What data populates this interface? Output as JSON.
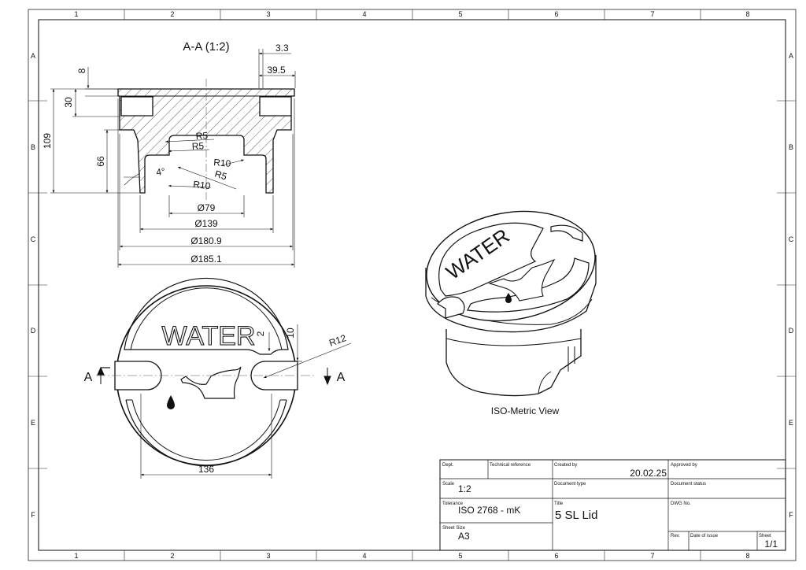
{
  "frame": {
    "col_labels": [
      "1",
      "2",
      "3",
      "4",
      "5",
      "6",
      "7",
      "8"
    ],
    "row_labels": [
      "A",
      "B",
      "C",
      "D",
      "E",
      "F"
    ]
  },
  "section_view": {
    "title": "A-A (1:2)",
    "dimensions": {
      "d_3_3": "3.3",
      "d_39_5": "39.5",
      "d_8": "8",
      "d_30": "30",
      "d_109": "109",
      "d_66": "66",
      "angle_4": "4°",
      "r5_a": "R5",
      "r5_b": "R5",
      "r10_a": "R10",
      "r5_c": "R5",
      "r10_b": "R10",
      "dia_79": "Ø79",
      "dia_139": "Ø139",
      "dia_180_9": "Ø180.9",
      "dia_185_1": "Ø185.1"
    }
  },
  "top_view": {
    "embossed_text": "WATER",
    "section_marker": "A",
    "dimensions": {
      "d_2": "2",
      "d_10": "10",
      "r12": "R12",
      "d_136": "136"
    }
  },
  "iso_view": {
    "embossed_text": "WATER",
    "caption": "ISO-Metric View"
  },
  "title_block": {
    "dept_label": "Dept.",
    "tech_ref_label": "Technical reference",
    "created_by_label": "Created by",
    "created_date": "20.02.25",
    "approved_by_label": "Approved by",
    "scale_label": "Scale",
    "scale_value": "1:2",
    "doc_type_label": "Document type",
    "doc_status_label": "Document status",
    "tolerance_label": "Tolerance",
    "tolerance_value": "ISO 2768 - mK",
    "title_label": "Title",
    "title_value": "5 SL Lid",
    "dwg_no_label": "DWG No.",
    "sheet_size_label": "Sheet Size",
    "sheet_size_value": "A3",
    "rev_label": "Rev.",
    "date_of_issue_label": "Date of issue",
    "sheet_label": "Sheet",
    "sheet_value": "1/1"
  }
}
